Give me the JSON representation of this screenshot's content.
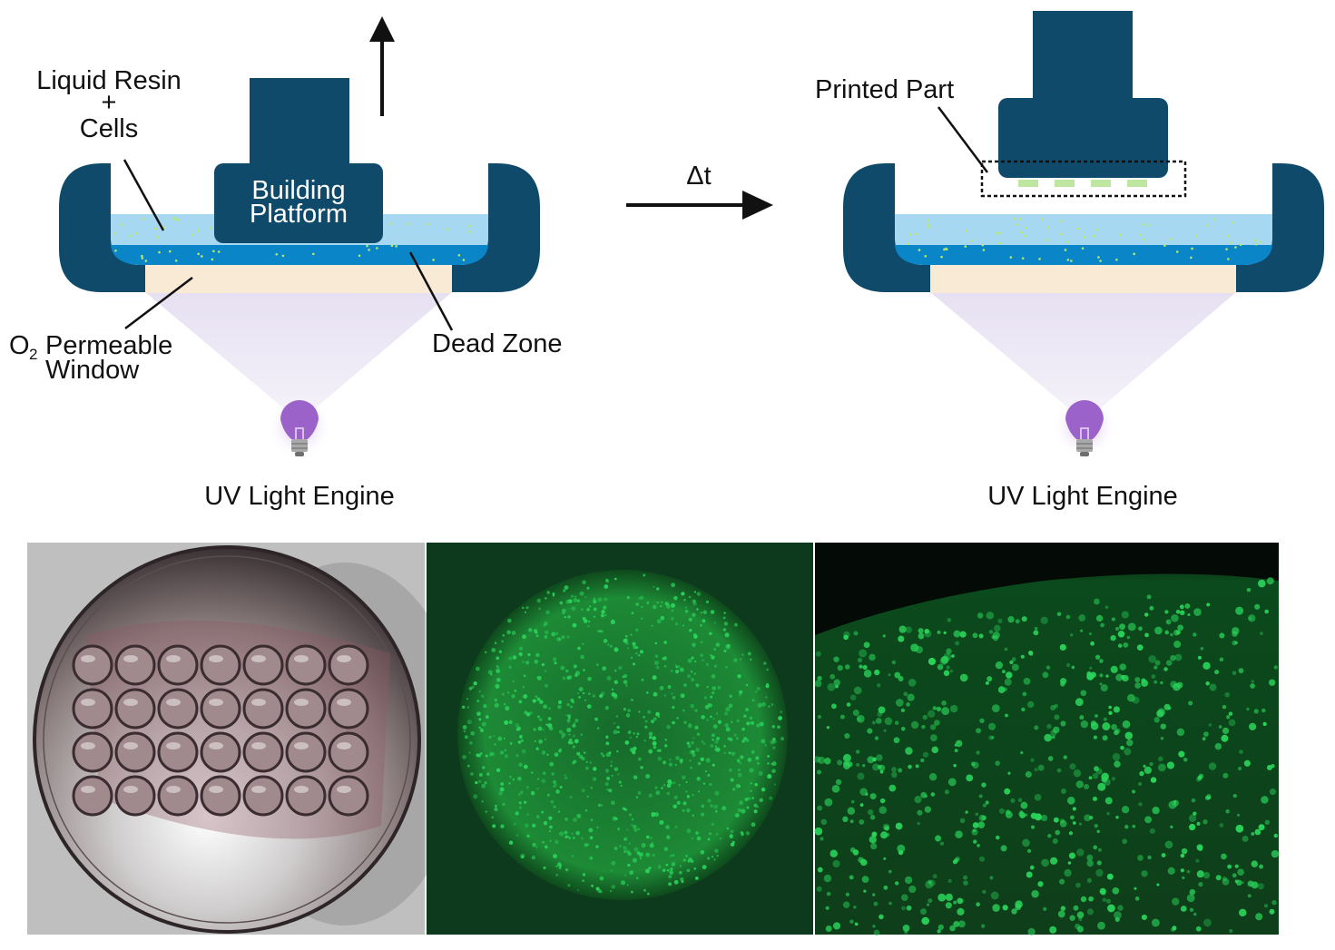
{
  "colors": {
    "navy": "#0f4a6b",
    "resin": "#a6d8f2",
    "dead_zone": "#0a86c8",
    "window": "#f9ead6",
    "beam": "#e8e2f3",
    "bulb": "#9b63c9",
    "cell": "#b8e86a",
    "fluor": "#2ad35a"
  },
  "left": {
    "label_resin_1": "Liquid Resin",
    "label_resin_2": "+",
    "label_resin_3": "Cells",
    "platform_1": "Building",
    "platform_2": "Platform",
    "label_window_o": "O",
    "label_window_sub": "2",
    "label_window_1": "Permeable",
    "label_window_2": "Window",
    "label_dead": "Dead Zone",
    "label_uv": "UV Light Engine"
  },
  "middle": {
    "label_dt": "Δt"
  },
  "right": {
    "label_part": "Printed Part",
    "label_uv": "UV Light Engine"
  },
  "icons": {
    "bulb_left": "uv-bulb-icon",
    "bulb_right": "uv-bulb-icon"
  }
}
